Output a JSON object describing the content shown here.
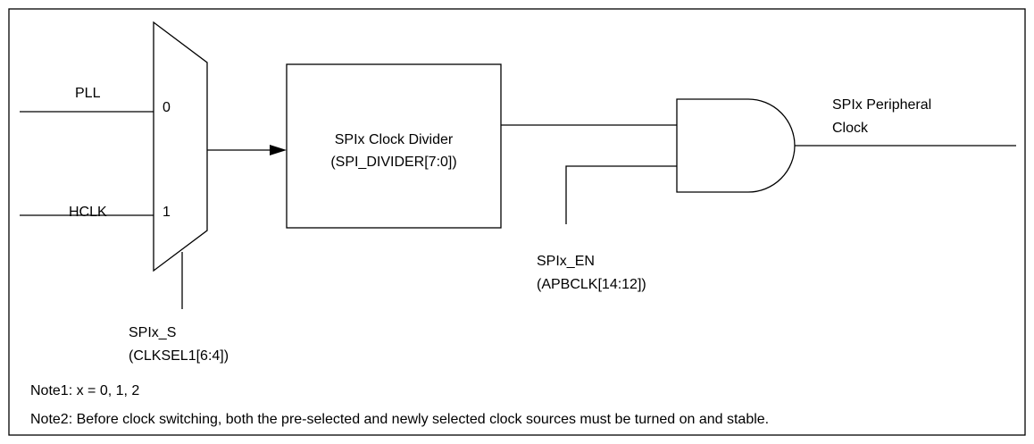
{
  "inputs": {
    "pll_label": "PLL",
    "hclk_label": "HCLK",
    "mux_port0": "0",
    "mux_port1": "1"
  },
  "mux_select": {
    "signal": "SPIx_S",
    "register": "(CLKSEL1[6:4])"
  },
  "divider": {
    "line1": "SPIx Clock Divider",
    "line2": "(SPI_DIVIDER[7:0])"
  },
  "enable": {
    "signal": "SPIx_EN",
    "register": "(APBCLK[14:12])"
  },
  "output": {
    "line1": "SPIx Peripheral",
    "line2": "Clock"
  },
  "notes": {
    "note1": "Note1: x = 0, 1, 2",
    "note2": "Note2: Before clock switching, both the pre-selected and newly selected clock sources must be turned on and stable."
  }
}
